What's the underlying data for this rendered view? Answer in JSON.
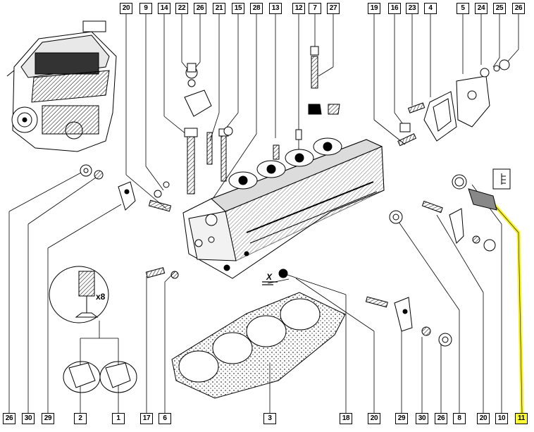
{
  "diagram": {
    "highlight_color": "#ffff33",
    "line_color": "#000000",
    "top_labels": [
      "20",
      "9",
      "14",
      "22",
      "26",
      "21",
      "15",
      "28",
      "13",
      "12",
      "7",
      "27",
      "19",
      "16",
      "23",
      "4",
      "5",
      "24",
      "25",
      "26"
    ],
    "bottom_labels": [
      "26",
      "30",
      "29",
      "2",
      "1",
      "17",
      "6",
      "3",
      "18",
      "20",
      "29",
      "30",
      "26",
      "8",
      "20",
      "10",
      "11"
    ],
    "highlighted_label": "11",
    "valve_quantity": "x8",
    "view_marker": "X"
  }
}
